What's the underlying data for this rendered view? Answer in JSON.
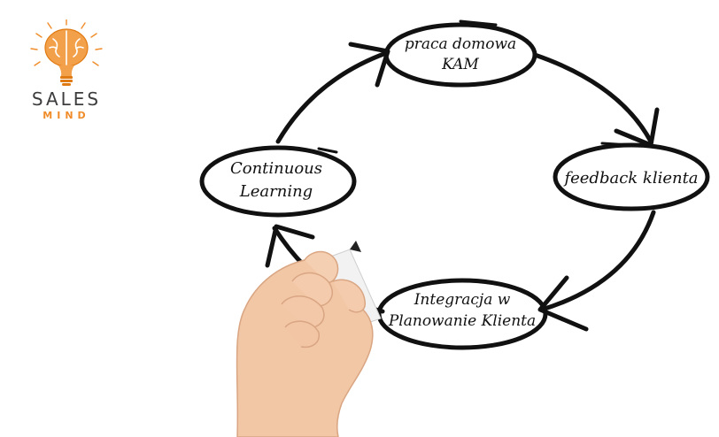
{
  "logo": {
    "name_top": "SALES",
    "name_bottom": "MIND",
    "icon": "brain-lightbulb-icon",
    "colors": {
      "accent": "#f08c2a",
      "text": "#3d3d3d"
    }
  },
  "diagram": {
    "nodes": [
      {
        "id": "homework",
        "lines": [
          "praca domowa",
          "KAM"
        ]
      },
      {
        "id": "feedback",
        "lines": [
          "feedback klienta"
        ]
      },
      {
        "id": "integration",
        "lines": [
          "Integracja w",
          "Planowanie Klienta"
        ]
      },
      {
        "id": "learning",
        "lines": [
          "Continuous",
          "Learning"
        ]
      }
    ],
    "cycle_direction": "clockwise",
    "stroke_color": "#111111"
  },
  "image": {
    "hand": "hand-holding-marker"
  }
}
